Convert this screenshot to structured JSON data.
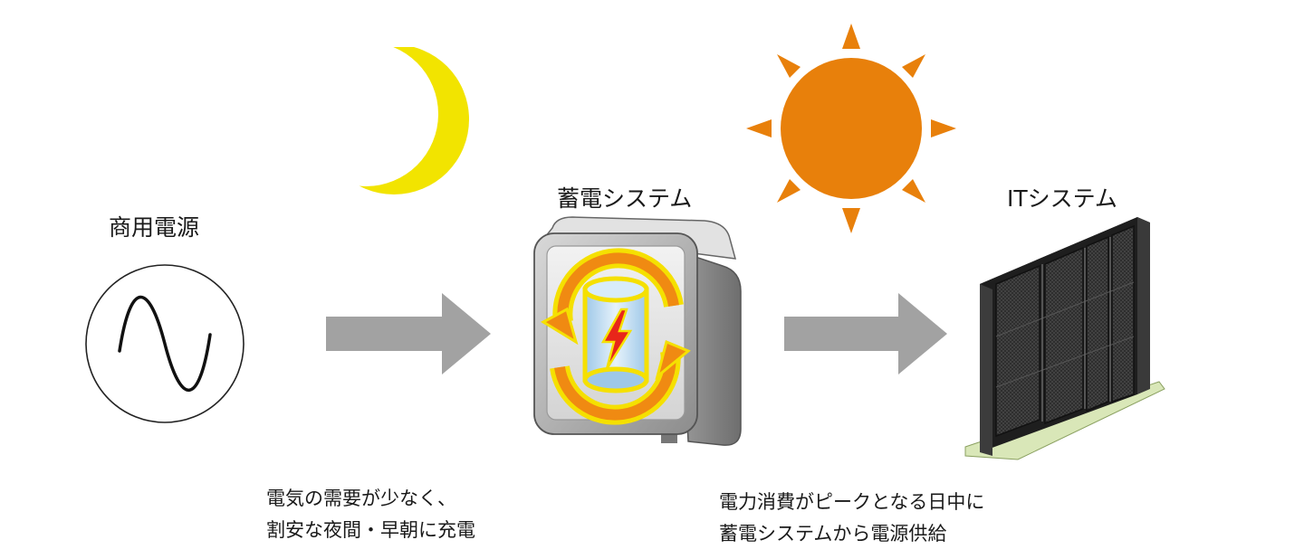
{
  "labels": {
    "commercial_power": "商用電源",
    "storage_system": "蓄電システム",
    "it_system": "ITシステム"
  },
  "captions": {
    "charge": [
      "電気の需要が少なく、",
      "割安な夜間・早朝に充電"
    ],
    "supply": [
      "電力消費がピークとなる日中に",
      "蓄電システムから電源供給"
    ]
  },
  "icons": {
    "moon": "crescent-moon-icon",
    "sun": "sun-icon",
    "ac_source": "ac-sine-wave-icon",
    "battery": "storage-battery-icon",
    "server_rack": "server-rack-icon",
    "arrow": "right-arrow-icon"
  },
  "colors": {
    "moon": "#f2e400",
    "sun": "#e8800b",
    "arrow": "#a2a2a2",
    "ring_orange": "#f08a12",
    "ring_yellow": "#f5e000",
    "bolt_red": "#e8261a",
    "rack": "#2c2c2c"
  }
}
